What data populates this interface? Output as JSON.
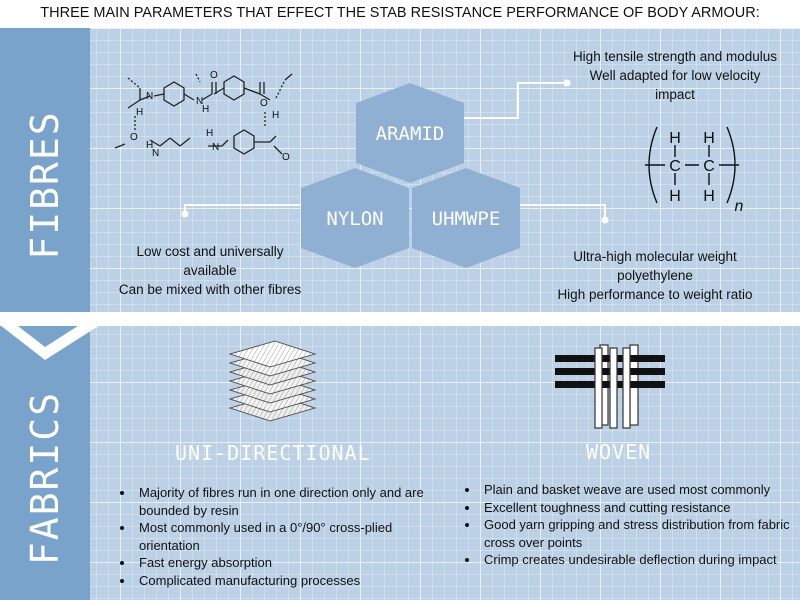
{
  "title": "THREE MAIN PARAMETERS THAT EFFECT THE STAB RESISTANCE PERFORMANCE OF BODY ARMOUR:",
  "sections": {
    "fibres": "FIBRES",
    "fabrics": "FABRICS"
  },
  "hexagons": {
    "aramid": "ARAMID",
    "nylon": "NYLON",
    "uhmwpe": "UHMWPE"
  },
  "aramid_desc": [
    "High tensile strength and modulus",
    "Well adapted for low velocity",
    "impact"
  ],
  "nylon_desc": [
    "Low cost and universally",
    "available",
    "Can be mixed with other fibres"
  ],
  "uhmwpe_desc": [
    "Ultra-high molecular weight",
    "polyethylene",
    "High performance to weight ratio"
  ],
  "polyethylene_formula": {
    "h": "H",
    "c": "C",
    "n": "n"
  },
  "aramid_structure_atoms": {
    "n": "N",
    "h": "H",
    "o": "O"
  },
  "fabrics": {
    "uni_title": "UNI-DIRECTIONAL",
    "uni_bullets": [
      "Majority of fibres run in one direction only and are bounded by resin",
      "Most commonly used in a 0°/90° cross-plied orientation",
      "Fast energy absorption",
      "Complicated manufacturing processes"
    ],
    "woven_title": "WOVEN",
    "woven_bullets": [
      "Plain and basket weave are used most commonly",
      "Excellent toughness and cutting resistance",
      "Good yarn gripping and stress distribution from fabric cross over points",
      "Crimp creates undesirable deflection during impact"
    ]
  },
  "colors": {
    "background": "#bcd1e6",
    "sidebar": "#7aa3cc",
    "hexagon": "#8fb0d2",
    "separator": "#ffffff"
  }
}
